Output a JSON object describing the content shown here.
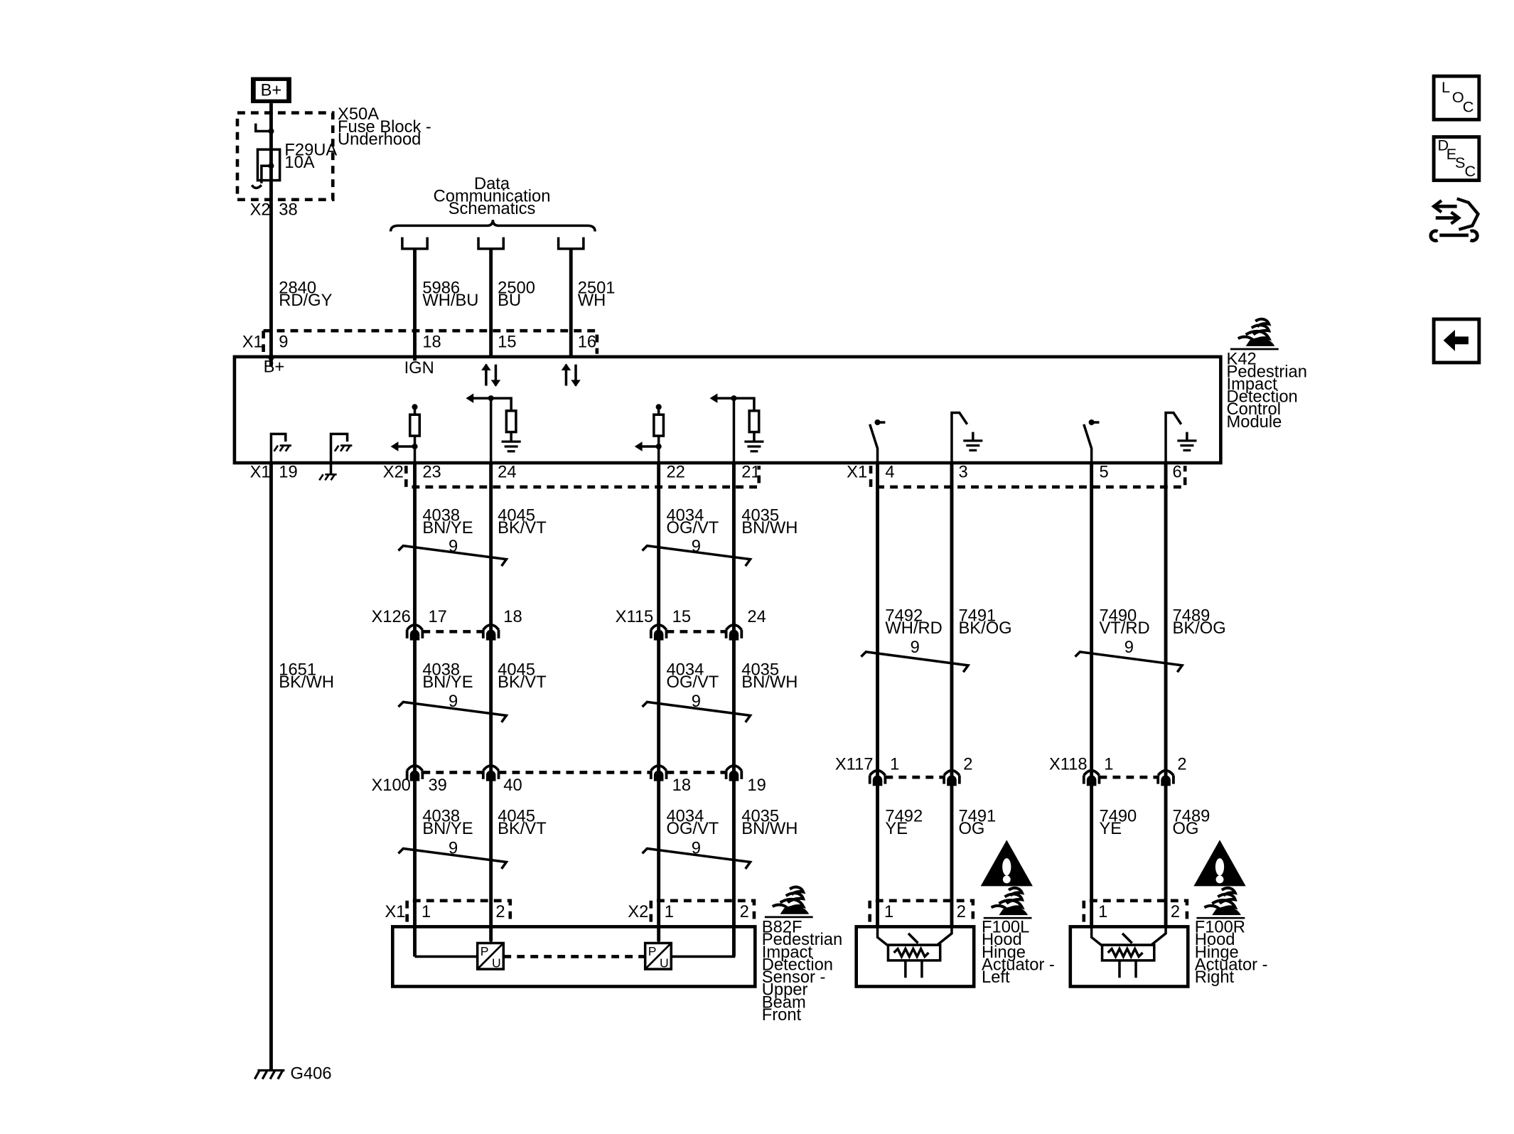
{
  "power": {
    "label": "B+"
  },
  "fuse_block": {
    "name": "X50A",
    "line1": "Fuse Block -",
    "line2": "Underhood",
    "fuse": "F29UA",
    "rating": "10A",
    "conn": "X2",
    "pin": "38"
  },
  "data_comm": {
    "line1": "Data",
    "line2": "Communication",
    "line3": "Schematics"
  },
  "module": {
    "name": "K42",
    "line1": "Pedestrian",
    "line2": "Impact",
    "line3": "Detection",
    "line4": "Control",
    "line5": "Module",
    "bplus": "B+",
    "ign": "IGN"
  },
  "top_connector": {
    "name": "X1",
    "pins": [
      "9",
      "18",
      "15",
      "16"
    ]
  },
  "top_wires": [
    {
      "circuit": "2840",
      "color": "RD/GY"
    },
    {
      "circuit": "5986",
      "color": "WH/BU"
    },
    {
      "circuit": "2500",
      "color": "BU"
    },
    {
      "circuit": "2501",
      "color": "WH"
    }
  ],
  "bottom_x1_left": {
    "name": "X1",
    "pin": "19"
  },
  "bottom_x2": {
    "name": "X2",
    "pins": [
      "23",
      "24",
      "22",
      "21"
    ]
  },
  "bottom_x1_right": {
    "name": "X1",
    "pins": [
      "4",
      "3",
      "5",
      "6"
    ]
  },
  "ground_wire": {
    "circuit": "1651",
    "color": "BK/WH",
    "ground": "G406"
  },
  "sensor_wires": [
    {
      "circuit": "4038",
      "color": "BN/YE"
    },
    {
      "circuit": "4045",
      "color": "BK/VT"
    },
    {
      "circuit": "4034",
      "color": "OG/VT"
    },
    {
      "circuit": "4035",
      "color": "BN/WH"
    }
  ],
  "twist": "9",
  "x126": {
    "name": "X126",
    "pins": [
      "17",
      "18"
    ]
  },
  "x115": {
    "name": "X115",
    "pins": [
      "15",
      "24"
    ]
  },
  "x100": {
    "name": "X100",
    "pins": [
      "39",
      "40",
      "18",
      "19"
    ]
  },
  "actuator_wires": [
    {
      "circuit": "7492",
      "color": "WH/RD"
    },
    {
      "circuit": "7491",
      "color": "BK/OG"
    },
    {
      "circuit": "7490",
      "color": "VT/RD"
    },
    {
      "circuit": "7489",
      "color": "BK/OG"
    }
  ],
  "actuator_wires_lower": [
    {
      "circuit": "7492",
      "color": "YE"
    },
    {
      "circuit": "7491",
      "color": "OG"
    },
    {
      "circuit": "7490",
      "color": "YE"
    },
    {
      "circuit": "7489",
      "color": "OG"
    }
  ],
  "x117": {
    "name": "X117",
    "pins": [
      "1",
      "2"
    ]
  },
  "x118": {
    "name": "X118",
    "pins": [
      "1",
      "2"
    ]
  },
  "sensor": {
    "name": "B82F",
    "line1": "Pedestrian",
    "line2": "Impact",
    "line3": "Detection",
    "line4": "Sensor -",
    "line5": "Upper",
    "line6": "Beam",
    "line7": "Front",
    "conn_left": "X1",
    "conn_right": "X2",
    "pins": [
      "1",
      "2"
    ]
  },
  "actuator_left": {
    "name": "F100L",
    "line1": "Hood",
    "line2": "Hinge",
    "line3": "Actuator -",
    "line4": "Left",
    "pins": [
      "1",
      "2"
    ]
  },
  "actuator_right": {
    "name": "F100R",
    "line1": "Hood",
    "line2": "Hinge",
    "line3": "Actuator -",
    "line4": "Right",
    "pins": [
      "1",
      "2"
    ]
  },
  "ps_label": {
    "p": "P",
    "u": "U"
  },
  "side_buttons": [
    {
      "c1": "L",
      "c2": "O",
      "c3": "C"
    },
    {
      "c1": "D",
      "c2": "E",
      "c3": "S",
      "c4": "C"
    }
  ]
}
